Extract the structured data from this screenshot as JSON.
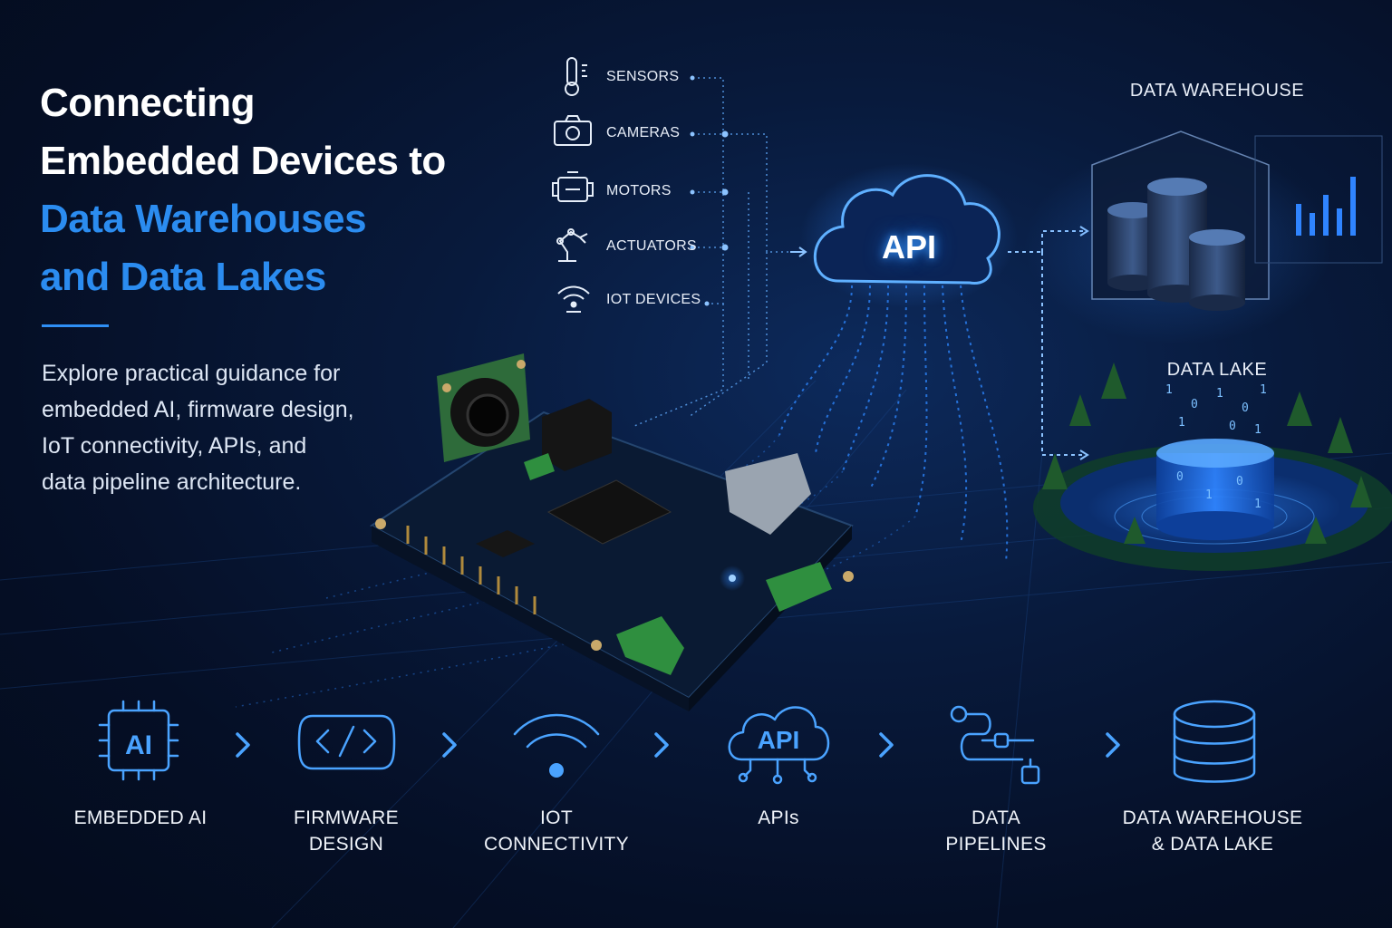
{
  "title": {
    "line1": "Connecting",
    "line2": "Embedded Devices to",
    "line3": "Data Warehouses",
    "line4": "and Data Lakes"
  },
  "intro": {
    "line1": "Explore practical guidance for",
    "line2": "embedded AI, firmware design,",
    "line3": "IoT connectivity, APIs, and",
    "line4": "data pipeline architecture."
  },
  "sources": [
    {
      "label": "SENSORS",
      "icon": "thermometer-icon"
    },
    {
      "label": "CAMERAS",
      "icon": "camera-icon"
    },
    {
      "label": "MOTORS",
      "icon": "motor-icon"
    },
    {
      "label": "ACTUATORS",
      "icon": "robot-arm-icon"
    },
    {
      "label": "IOT DEVICES",
      "icon": "wifi-icon"
    }
  ],
  "api_cloud": {
    "label": "API",
    "icon": "cloud-icon"
  },
  "warehouse": {
    "label": "DATA WAREHOUSE",
    "icon": "warehouse-database-icon"
  },
  "lake": {
    "label": "DATA LAKE",
    "icon": "data-lake-icon",
    "bits": [
      "1",
      "0",
      "1",
      "0",
      "1",
      "1",
      "0",
      "1",
      "0",
      "1",
      "0",
      "1"
    ]
  },
  "steps": [
    {
      "line1": "EMBEDDED AI",
      "line2": "",
      "icon": "ai-chip-icon",
      "icon_text": "AI"
    },
    {
      "line1": "FIRMWARE",
      "line2": "DESIGN",
      "icon": "code-icon"
    },
    {
      "line1": "IOT",
      "line2": "CONNECTIVITY",
      "icon": "wifi-icon"
    },
    {
      "line1": "APIs",
      "line2": "",
      "icon": "api-cloud-icon",
      "icon_text": "API"
    },
    {
      "line1": "DATA",
      "line2": "PIPELINES",
      "icon": "pipeline-icon"
    },
    {
      "line1": "DATA WAREHOUSE",
      "line2": "& DATA LAKE",
      "icon": "database-icon"
    }
  ],
  "colors": {
    "background": "#06122b",
    "accent": "#2b8cf0",
    "glow": "#3c9bff",
    "pcb_green": "#2e8b3e"
  }
}
